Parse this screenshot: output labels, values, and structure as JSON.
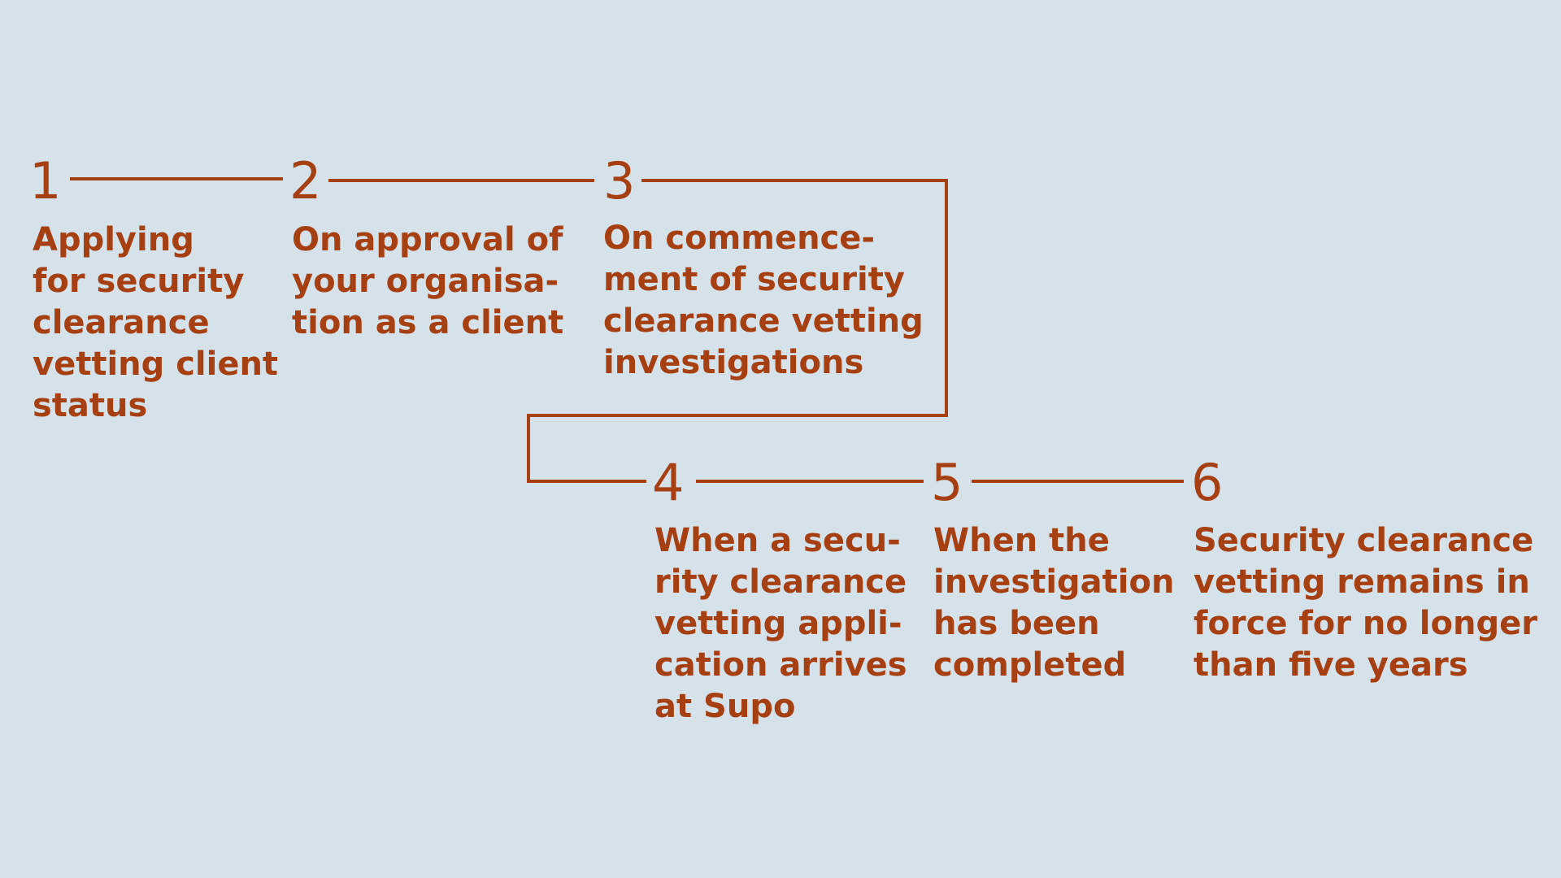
{
  "colors": {
    "background": "#d6e2ea",
    "accent": "#a63f11"
  },
  "steps": [
    {
      "number": "1",
      "lines": [
        "Applying",
        "for security",
        "clearance",
        "vetting client",
        "status"
      ]
    },
    {
      "number": "2",
      "lines": [
        "On approval of",
        "your organisa-",
        "tion as a client"
      ]
    },
    {
      "number": "3",
      "lines": [
        "On commence-",
        "ment of security",
        "clearance vetting",
        "investigations"
      ]
    },
    {
      "number": "4",
      "lines": [
        "When a secu-",
        "rity clearance",
        "vetting appli-",
        "cation arrives",
        "at Supo"
      ]
    },
    {
      "number": "5",
      "lines": [
        "When the",
        "investigation",
        "has been",
        "completed"
      ]
    },
    {
      "number": "6",
      "lines": [
        "Security clearance",
        "vetting remains in",
        "force for no longer",
        "than five years"
      ]
    }
  ]
}
